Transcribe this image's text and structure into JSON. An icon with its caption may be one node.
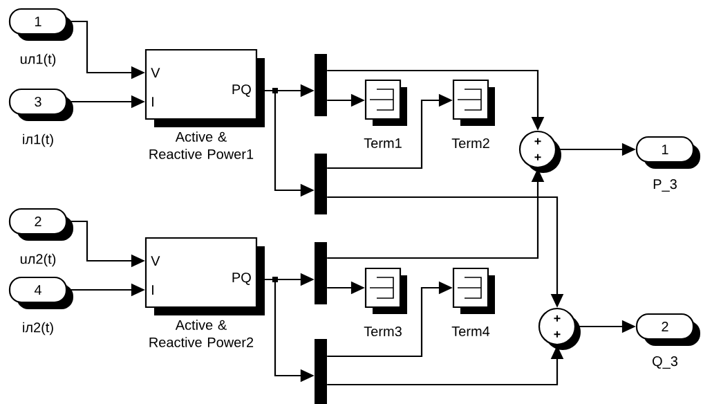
{
  "diagram": {
    "nodes": [
      {
        "text": [
          "1"
        ],
        "beside": [
          "uл1(t)"
        ]
      },
      {
        "text": [
          "3"
        ],
        "beside": [
          "iл1(t)"
        ]
      },
      {
        "text": [
          "V",
          "I",
          "PQ"
        ],
        "beside": [
          "Active & Reactive Power1"
        ]
      },
      {
        "text": [
          "2"
        ],
        "beside": [
          "uл2(t)"
        ]
      },
      {
        "text": [
          "4"
        ],
        "beside": [
          "iл2(t)"
        ]
      },
      {
        "text": [
          "V",
          "I",
          "PQ"
        ],
        "beside": [
          "Active & Reactive Power2"
        ]
      },
      {
        "text": [],
        "shape": "bar"
      },
      {
        "text": [],
        "shape": "bar"
      },
      {
        "text": [],
        "shape": "box",
        "beside": [
          "Term1"
        ]
      },
      {
        "text": [],
        "shape": "box",
        "beside": [
          "Term2"
        ]
      },
      {
        "text": [
          "+",
          "+"
        ]
      },
      {
        "text": [
          "1"
        ],
        "beside": [
          "P_3"
        ]
      },
      {
        "text": [],
        "shape": "bar"
      },
      {
        "text": [],
        "shape": "bar"
      },
      {
        "text": [],
        "shape": "box",
        "beside": [
          "Term3"
        ]
      },
      {
        "text": [],
        "shape": "box",
        "beside": [
          "Term4"
        ]
      },
      {
        "text": [
          "+",
          "+"
        ]
      },
      {
        "text": [
          "2"
        ],
        "beside": [
          "Q_3"
        ]
      }
    ],
    "edges": [
      {
        "from": 0,
        "to": 2,
        "arrow": "to"
      },
      {
        "from": 1,
        "to": 2,
        "arrow": "to"
      },
      {
        "from": 2,
        "to": 6,
        "arrow": "to"
      },
      {
        "from": 2,
        "to": 7,
        "arrow": "to"
      },
      {
        "from": 6,
        "to": 8,
        "arrow": "to"
      },
      {
        "from": 6,
        "to": 10,
        "arrow": "to"
      },
      {
        "from": 7,
        "to": 9,
        "arrow": "to"
      },
      {
        "from": 7,
        "to": 16,
        "arrow": "to"
      },
      {
        "from": 10,
        "to": 11,
        "arrow": "to"
      },
      {
        "from": 12,
        "to": 10,
        "arrow": "to"
      },
      {
        "from": 12,
        "to": 14,
        "arrow": "to"
      },
      {
        "from": 13,
        "to": 15,
        "arrow": "to"
      },
      {
        "from": 13,
        "to": 16,
        "arrow": "to"
      },
      {
        "from": 16,
        "to": 17,
        "arrow": "to"
      },
      {
        "from": 3,
        "to": 5,
        "arrow": "to"
      },
      {
        "from": 4,
        "to": 5,
        "arrow": "to"
      },
      {
        "from": 5,
        "to": 12,
        "arrow": "to"
      },
      {
        "from": 5,
        "to": 13,
        "arrow": "to"
      }
    ]
  }
}
